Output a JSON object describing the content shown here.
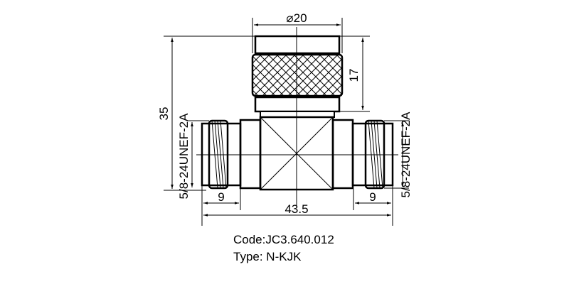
{
  "drawing": {
    "dimensions": {
      "head_diameter": "⌀20",
      "head_height": "17",
      "total_height": "35",
      "total_length": "43.5",
      "left_thread_length": "9",
      "right_thread_length": "9",
      "left_thread_spec": "5/8-24UNEF-2A",
      "right_thread_spec": "5/8-24UNEF-2A"
    },
    "colors": {
      "line": "#000000",
      "background": "#ffffff"
    }
  },
  "caption": {
    "code": "Code:JC3.640.012",
    "type": "Type: N-KJK"
  }
}
